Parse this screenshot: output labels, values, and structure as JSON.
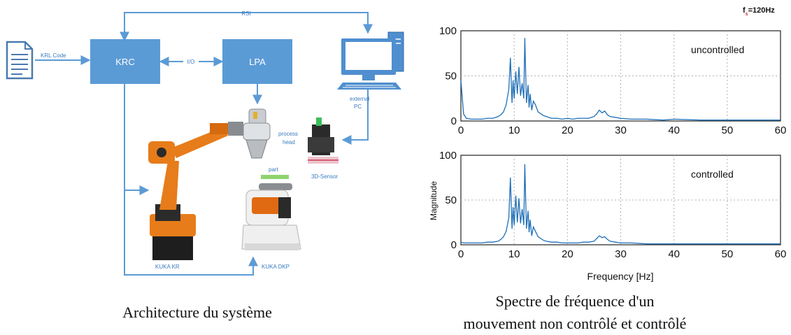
{
  "diagram": {
    "labels": {
      "rsi": "RSI",
      "krl_code": "KRL Code",
      "krc": "KRC",
      "io": "I/O",
      "lpa": "LPA",
      "external_pc": "external\nPC",
      "process_head": "process\nhead",
      "part": "part",
      "sensor": "3D-Sensor",
      "kuka_kr": "KUKA KR",
      "kuka_dkp": "KUKA DKP"
    },
    "caption": "Architecture du système"
  },
  "spectrum": {
    "fs_label": "fs=120Hz",
    "caption_line1": "Spectre de fréquence d'un",
    "caption_line2": "mouvement non contrôlé et  contrôlé",
    "xlabel": "Frequency [Hz]",
    "ylabel": "Magnitude",
    "colors": {
      "signal": "#1f6fb8",
      "grid": "#b0b0b0"
    }
  },
  "chart_data": [
    {
      "type": "line",
      "annotation": "uncontrolled",
      "xlim": [
        0,
        60
      ],
      "ylim": [
        0,
        100
      ],
      "xticks": [
        0,
        10,
        20,
        30,
        40,
        50,
        60
      ],
      "yticks": [
        0,
        50,
        100
      ],
      "grid": true,
      "series": [
        {
          "x": [
            0,
            0.5,
            1,
            2,
            3,
            4,
            5,
            6,
            7,
            7.5,
            8,
            8.5,
            9,
            9.3,
            9.6,
            9.8,
            10,
            10.3,
            10.6,
            10.9,
            11.2,
            11.5,
            11.8,
            12,
            12.3,
            12.6,
            12.8,
            13,
            13.3,
            13.6,
            14,
            14.5,
            15,
            15.5,
            16,
            17,
            18,
            19,
            20,
            21,
            22,
            23,
            24,
            25,
            25.5,
            26,
            26.5,
            27,
            27.5,
            28,
            29,
            30,
            32,
            35,
            38,
            40,
            45,
            50,
            55,
            60
          ],
          "y": [
            45,
            8,
            3,
            2,
            2,
            2,
            3,
            3,
            5,
            7,
            10,
            18,
            35,
            70,
            20,
            45,
            25,
            55,
            30,
            60,
            28,
            42,
            25,
            92,
            20,
            40,
            15,
            30,
            12,
            22,
            18,
            10,
            8,
            6,
            5,
            3,
            3,
            2,
            3,
            2,
            3,
            3,
            3,
            5,
            8,
            12,
            9,
            11,
            7,
            5,
            4,
            3,
            2,
            2,
            1,
            2,
            1,
            1,
            1,
            1
          ]
        }
      ]
    },
    {
      "type": "line",
      "annotation": "controlled",
      "xlim": [
        0,
        60
      ],
      "ylim": [
        0,
        100
      ],
      "xticks": [
        0,
        10,
        20,
        30,
        40,
        50,
        60
      ],
      "yticks": [
        0,
        50,
        100
      ],
      "grid": true,
      "series": [
        {
          "x": [
            0,
            0.5,
            1,
            2,
            3,
            4,
            5,
            6,
            7,
            7.5,
            8,
            8.5,
            9,
            9.3,
            9.6,
            9.8,
            10,
            10.3,
            10.6,
            10.9,
            11.2,
            11.5,
            11.8,
            12,
            12.3,
            12.6,
            12.8,
            13,
            13.3,
            13.6,
            14,
            14.5,
            15,
            15.5,
            16,
            17,
            18,
            19,
            20,
            21,
            22,
            23,
            24,
            25,
            25.5,
            26,
            26.5,
            27,
            27.5,
            28,
            29,
            30,
            32,
            35,
            38,
            40,
            45,
            50,
            55,
            60
          ],
          "y": [
            3,
            2,
            2,
            2,
            2,
            2,
            3,
            3,
            4,
            6,
            9,
            15,
            30,
            75,
            18,
            42,
            22,
            55,
            25,
            52,
            24,
            40,
            22,
            90,
            18,
            38,
            14,
            28,
            10,
            20,
            15,
            9,
            7,
            5,
            4,
            3,
            3,
            2,
            2,
            2,
            2,
            3,
            3,
            4,
            7,
            10,
            8,
            9,
            6,
            4,
            3,
            2,
            2,
            1,
            1,
            1,
            1,
            1,
            1,
            1
          ]
        }
      ]
    }
  ]
}
